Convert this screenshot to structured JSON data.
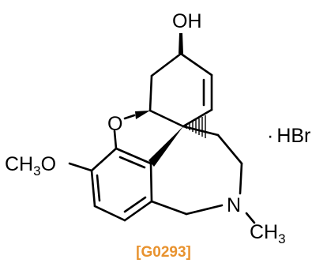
{
  "structure": {
    "hydroxyl": {
      "O": "O",
      "H": "H"
    },
    "ring_oxygen": "O",
    "methoxy": {
      "C": "CH",
      "sub": "3",
      "O": "O"
    },
    "n_methyl": {
      "N": "N",
      "C": "CH",
      "sub": "3"
    },
    "salt": {
      "dot": "·",
      "label": "HBr"
    }
  },
  "compound_code": "[G0293]",
  "colors": {
    "ink": "#000000",
    "code": "#e8922e"
  }
}
